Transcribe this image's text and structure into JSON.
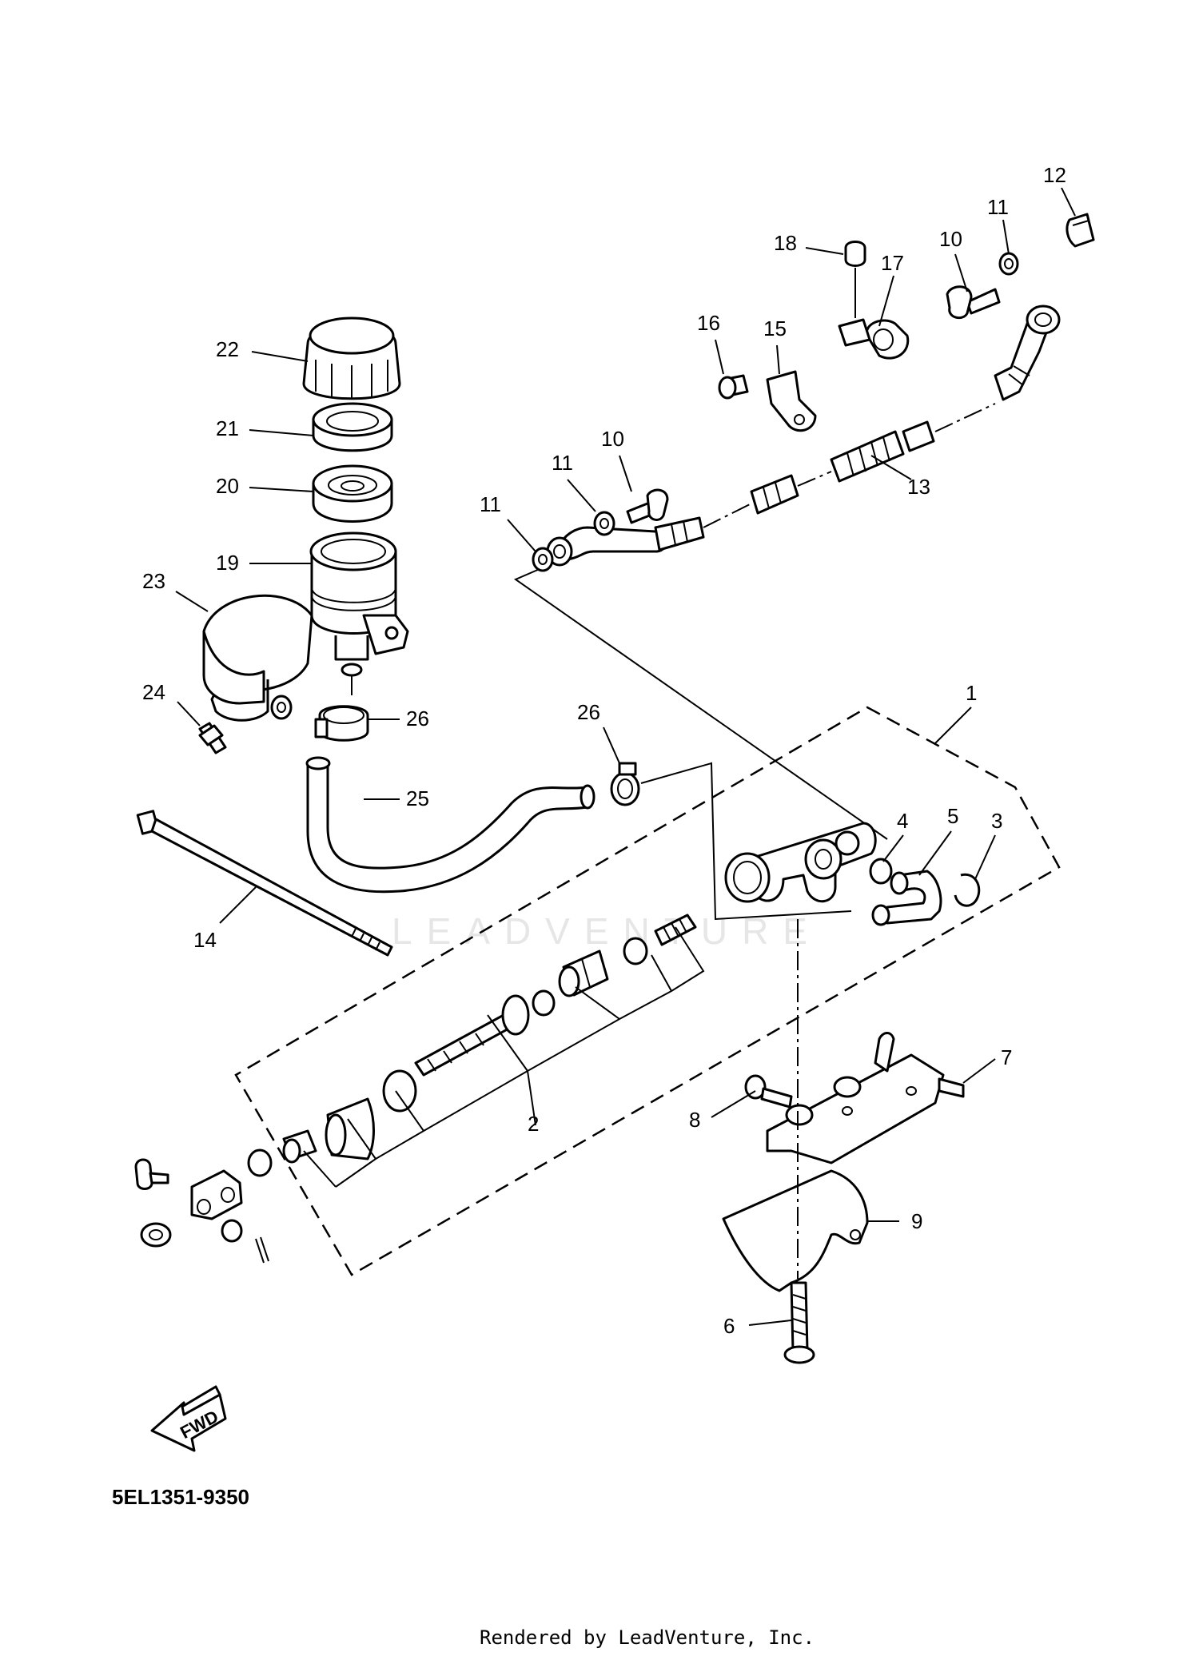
{
  "watermark": "LEADVENTURE",
  "part_code": "5EL1351-9350",
  "credit": "Rendered by LeadVenture, Inc.",
  "fwd_label": "FWD",
  "callouts": {
    "c1": "1",
    "c2": "2",
    "c3": "3",
    "c4": "4",
    "c5": "5",
    "c6": "6",
    "c7": "7",
    "c8": "8",
    "c9": "9",
    "c10a": "10",
    "c10b": "10",
    "c11a": "11",
    "c11b": "11",
    "c11c": "11",
    "c12": "12",
    "c13": "13",
    "c14": "14",
    "c15": "15",
    "c16": "16",
    "c17": "17",
    "c18": "18",
    "c19": "19",
    "c20": "20",
    "c21": "21",
    "c22": "22",
    "c23": "23",
    "c24": "24",
    "c25": "25",
    "c26a": "26",
    "c26b": "26"
  }
}
